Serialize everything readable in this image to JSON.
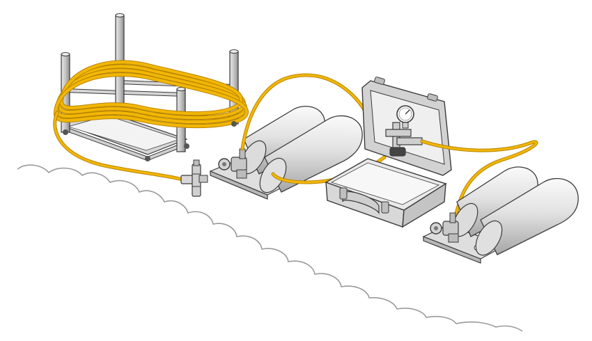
{
  "illustration": {
    "components": [
      "hose-coil-frame",
      "gas-cylinder-pair-left",
      "gas-cylinder-pair-right",
      "regulator-case",
      "pressure-gauge",
      "t-valve-fitting",
      "yellow-hose",
      "ground-outline"
    ]
  },
  "colors": {
    "hose": "#f2b705",
    "hose_edge": "#b88400",
    "outline": "#3a3a3a",
    "cylinder_light": "#f0f0f0",
    "cylinder_shade": "#a9a9a9",
    "metal": "#cfcfcf",
    "case_inner": "#e9e9e9",
    "ground": "#9a9a9a"
  }
}
